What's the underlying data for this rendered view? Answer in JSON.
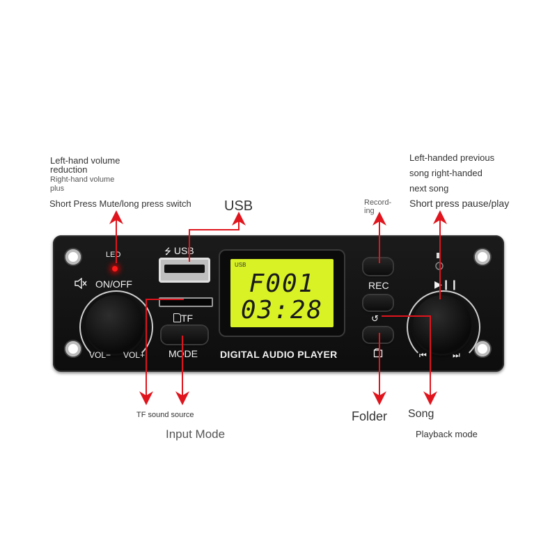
{
  "callouts": {
    "volume_line1": "Left-hand volume",
    "volume_line2": "reduction",
    "volume_line3": "Right-hand volume",
    "volume_line4": "plus",
    "mute": "Short Press Mute/long press switch",
    "usb": "USB",
    "recording_line1": "Record-",
    "recording_line2": "ing",
    "next_line1": "Left-handed previous",
    "next_line2": "song right-handed",
    "next_line3": "next song",
    "pause": "Short press pause/play",
    "tf": "TF sound source",
    "input_mode": "Input Mode",
    "folder": "Folder",
    "song": "Song",
    "playback_mode": "Playback mode"
  },
  "board": {
    "led_label": "LED",
    "onoff_label": "ON/OFF",
    "vol_minus": "VOL−",
    "vol_plus": "VOL+",
    "usb_label": "USB",
    "tf_label": "TF",
    "mode_label": "MODE",
    "rec_label": "REC",
    "brand": "DIGITAL AUDIO PLAYER",
    "lcd_source": "USB",
    "lcd_line1": "F001",
    "lcd_line2": "03:28"
  },
  "icons": {
    "mute": "speaker-mute-icon",
    "usb": "usb-symbol-icon",
    "mic": "microphone-icon",
    "playpause": "play-pause-icon",
    "repeat": "repeat-icon",
    "folder": "folder-icon",
    "prev": "previous-track-icon",
    "next": "next-track-icon"
  },
  "colors": {
    "arrow": "#e0141c",
    "lcd": "#d8f226",
    "board": "#111111"
  }
}
